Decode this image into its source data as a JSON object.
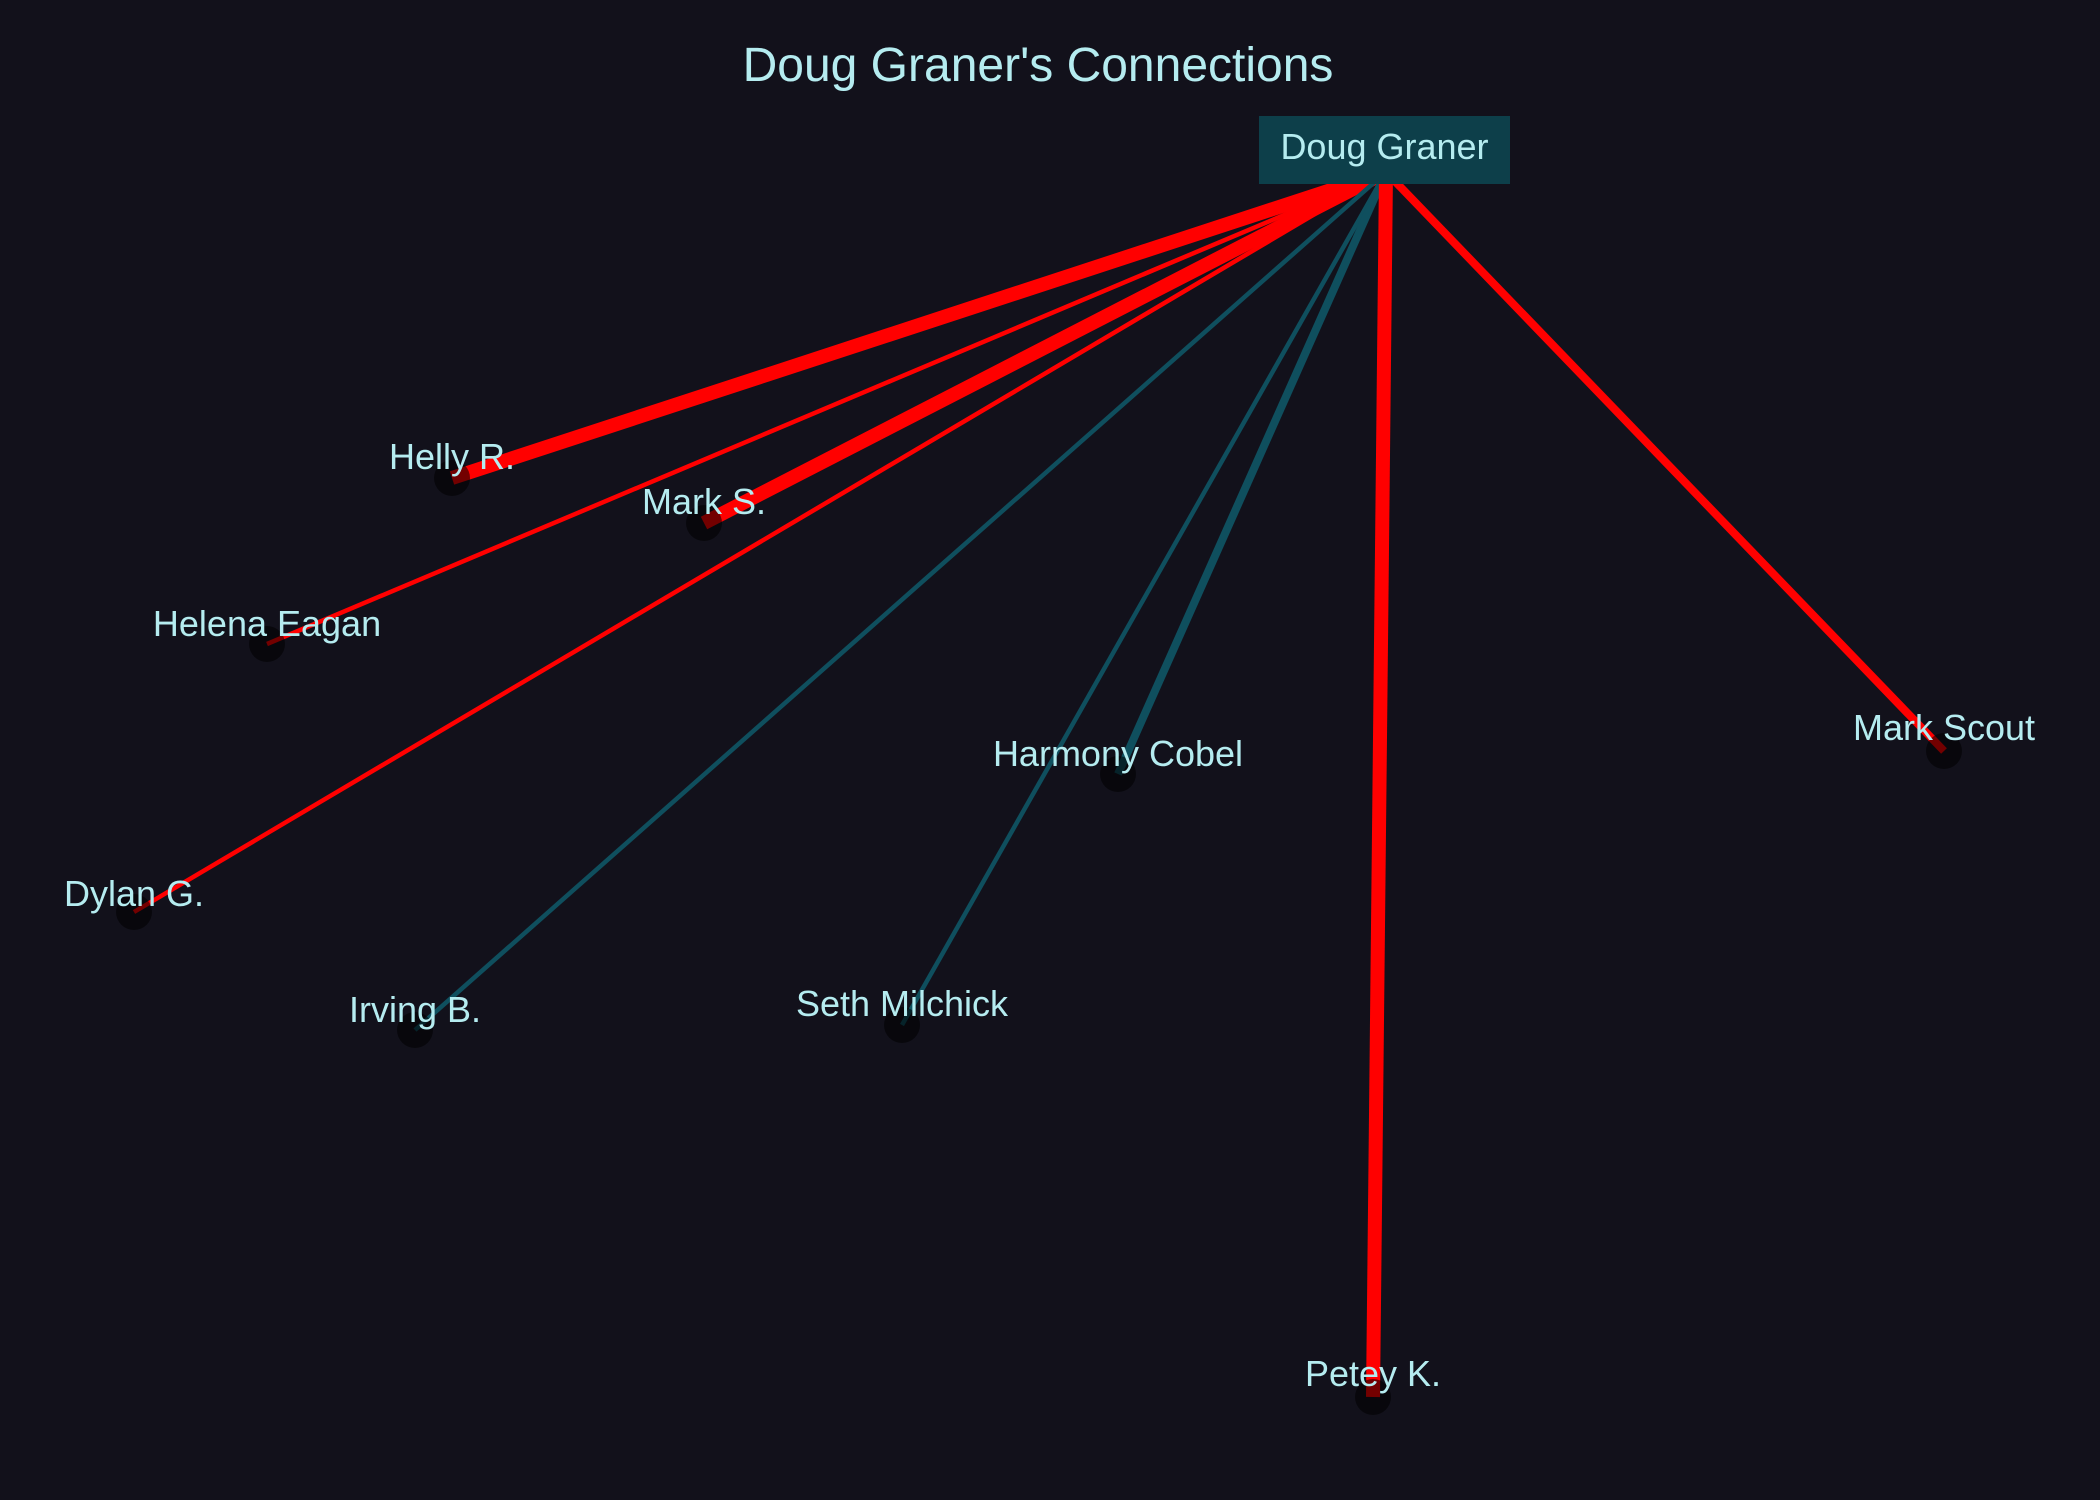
{
  "title": "Doug Graner's Connections",
  "colors": {
    "background": "#12111b",
    "text": "#b5ecf0",
    "center_box": "#0d3f4a",
    "edge_red": "#ff0000",
    "edge_teal": "#0f4f5e",
    "node_dot": "#000000"
  },
  "center": {
    "name": "Doug Graner"
  },
  "connections": [
    {
      "name": "Helly R.",
      "edge_color": "red",
      "strength": "strong"
    },
    {
      "name": "Mark S.",
      "edge_color": "red",
      "strength": "strong"
    },
    {
      "name": "Helena Eagan",
      "edge_color": "red",
      "strength": "weak"
    },
    {
      "name": "Dylan G.",
      "edge_color": "red",
      "strength": "weak"
    },
    {
      "name": "Irving B.",
      "edge_color": "teal",
      "strength": "weak"
    },
    {
      "name": "Seth Milchick",
      "edge_color": "teal",
      "strength": "weak"
    },
    {
      "name": "Harmony Cobel",
      "edge_color": "teal",
      "strength": "medium"
    },
    {
      "name": "Petey K.",
      "edge_color": "red",
      "strength": "strong"
    },
    {
      "name": "Mark Scout",
      "edge_color": "red",
      "strength": "medium"
    }
  ]
}
